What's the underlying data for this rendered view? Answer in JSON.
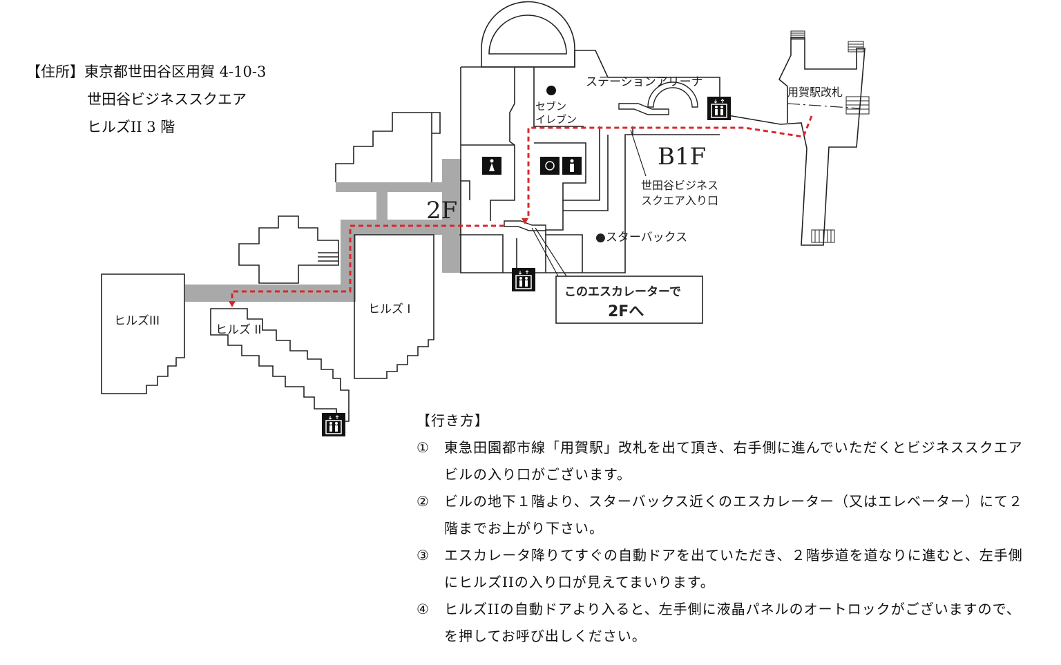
{
  "address": {
    "label": "【住所】",
    "line1": "東京都世田谷区用賀 4-10-3",
    "line2": "世田谷ビジネススクエア",
    "line3": "ヒルズII 3 階"
  },
  "map": {
    "floor_b1": "B1F",
    "floor_2f": "2F",
    "station_arena": "ステーションアリーナ",
    "seven_eleven_1": "セブン",
    "seven_eleven_2": "イレブン",
    "station_gate": "用賀駅改札",
    "entrance_1": "世田谷ビジネス",
    "entrance_2": "スクエア入り口",
    "starbucks": "●スターバックス",
    "hills_1": "ヒルズ I",
    "hills_2": "ヒルズ II",
    "hills_3": "ヒルズIII",
    "callout_1": "このエスカレーターで",
    "callout_2": "2Fへ",
    "route_color": "#d9262b",
    "walkway_color": "#a9a9a9"
  },
  "directions": {
    "title": "【行き方】",
    "steps": [
      {
        "num": "①",
        "text": "東急田園都市線「用賀駅」改札を出て頂き、右手側に進んでいただくとビジネススクエアビルの入り口がございます。"
      },
      {
        "num": "②",
        "text": "ビルの地下１階より、スターバックス近くのエスカレーター（又はエレベーター）にて２階までお上がり下さい。"
      },
      {
        "num": "③",
        "text": "エスカレータ降りてすぐの自動ドアを出ていただき、２階歩道を道なりに進むと、左手側にヒルズIIの入り口が見えてまいります。"
      },
      {
        "num": "④",
        "text": "ヒルズIIの自動ドアより入ると、左手側に液晶パネルのオートロックがございますので、　　　を押してお呼び出しください。"
      }
    ]
  }
}
